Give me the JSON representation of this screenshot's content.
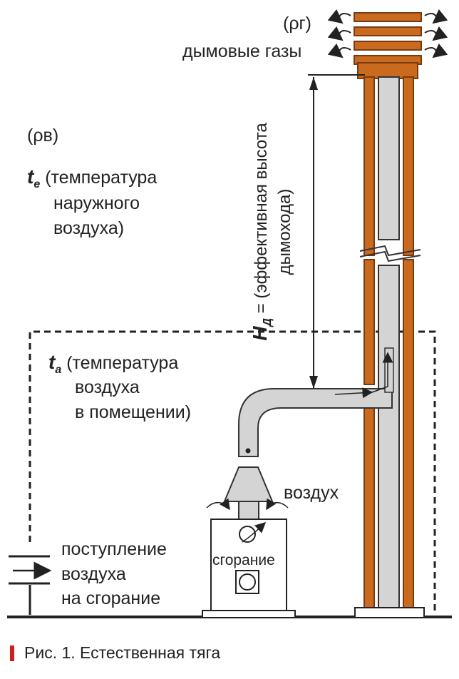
{
  "labels": {
    "rho_g": "(ρг)",
    "flue_gases": "дымовые газы",
    "rho_v": "(ρв)",
    "te_symbol": "t",
    "te_sub": "e",
    "te_line1": "(температура",
    "te_line2": "наружного",
    "te_line3": "воздуха)",
    "ta_symbol": "t",
    "ta_sub": "a",
    "ta_line1": "(температура",
    "ta_line2": "воздуха",
    "ta_line3": "в помещении)",
    "air": "воздух",
    "combustion": "сгорание",
    "intake_line1": "поступление",
    "intake_line2": "воздуха",
    "intake_line3": "на сгорание",
    "height_symbol": "H",
    "height_sub": "Д",
    "height_eq": " = ",
    "height_line1": "(эффективная высота",
    "height_line2": "дымохода)"
  },
  "caption": {
    "text": "Рис. 1. Естественная тяга"
  },
  "colors": {
    "chimney_brick": "#c96a1e",
    "chimney_dark": "#7a3a10",
    "flue_pipe": "#d4d4d4",
    "pipe_outline": "#333333",
    "caption_mark": "#d0201e",
    "stroke": "#222222"
  },
  "icons": {
    "flow_arrow": "arrow-right-icon",
    "swirl": "curved-arrow-icon",
    "fan": "circle-icon"
  }
}
